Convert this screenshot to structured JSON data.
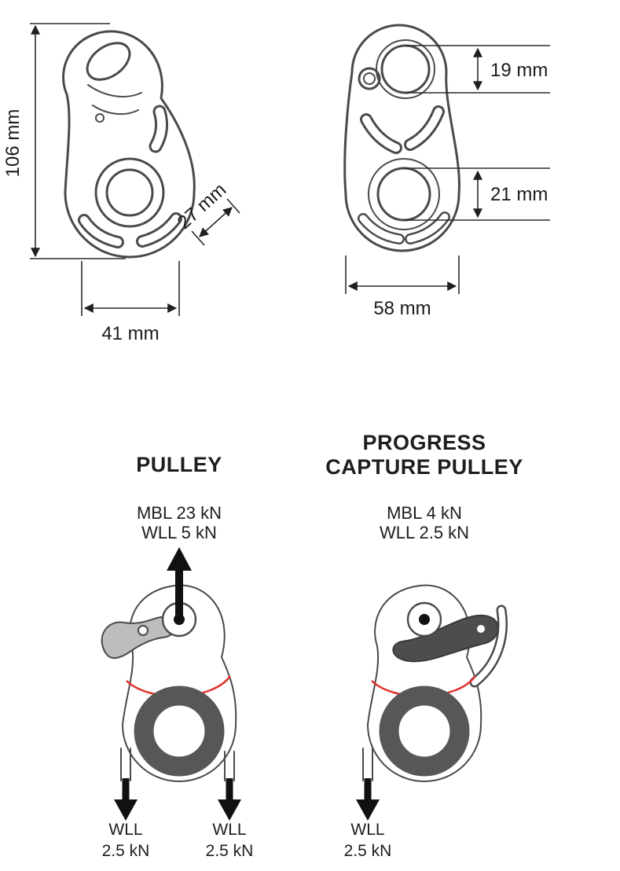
{
  "figure": {
    "side_view": {
      "height_label": "106 mm",
      "depth_label": "27 mm",
      "width_label": "41 mm"
    },
    "front_view": {
      "top_hole_label": "19 mm",
      "bottom_hole_label": "21 mm",
      "width_label": "58 mm"
    },
    "pulley_mode": {
      "title": "PULLEY",
      "mbl": "MBL 23 kN",
      "wll": "WLL 5 kN",
      "left_load": {
        "l1": "WLL",
        "l2": "2.5 kN"
      },
      "right_load": {
        "l1": "WLL",
        "l2": "2.5 kN"
      }
    },
    "capture_mode": {
      "title_l1": "PROGRESS",
      "title_l2": "CAPTURE PULLEY",
      "mbl": "MBL 4 kN",
      "wll": "WLL 2.5 kN",
      "load": {
        "l1": "WLL",
        "l2": "2.5 kN"
      }
    }
  },
  "colors": {
    "line": "#4a4a4a",
    "dimension_line": "#2b2b2b",
    "rope_red": "#e0312a",
    "sheave_gray": "#575756",
    "cam_light": "#bdbdbd",
    "cam_dark": "#4d4d4d",
    "arrow_black": "#111111"
  }
}
